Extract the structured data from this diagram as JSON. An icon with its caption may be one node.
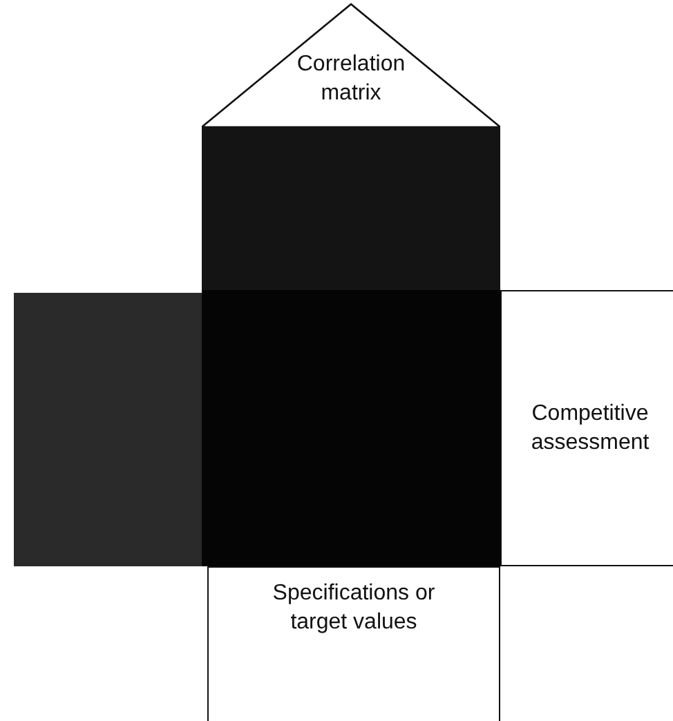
{
  "diagram": {
    "nodes": [
      {
        "text": [
          "Correlation matrix"
        ]
      },
      {
        "text": [],
        "shape": "box"
      },
      {
        "text": [],
        "shape": "box"
      },
      {
        "text": [],
        "shape": "box"
      },
      {
        "text": [
          "Competitive assessment"
        ]
      },
      {
        "text": [
          "Specifications or target values"
        ]
      }
    ]
  }
}
